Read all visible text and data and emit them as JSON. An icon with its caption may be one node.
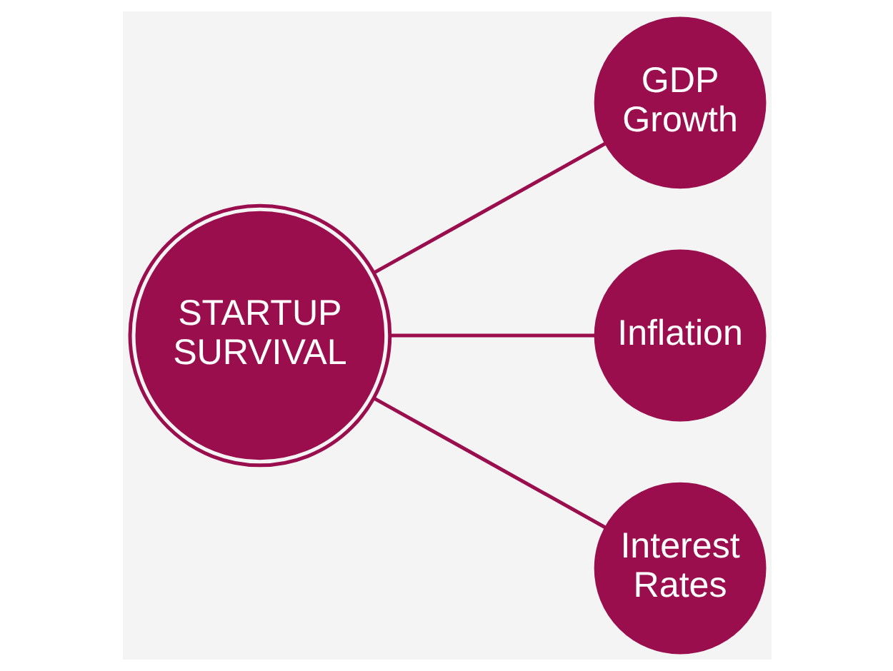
{
  "diagram": {
    "nodes": [
      {
        "text": [
          "STARTUP SURVIVAL"
        ]
      },
      {
        "text": [
          "GDP Growth"
        ]
      },
      {
        "text": [
          "Inflation"
        ]
      },
      {
        "text": [
          "Interest Rates"
        ]
      }
    ],
    "edges": [
      {
        "from": 0,
        "to": 1,
        "arrow": "none"
      },
      {
        "from": 0,
        "to": 2,
        "arrow": "none"
      },
      {
        "from": 0,
        "to": 3,
        "arrow": "none"
      }
    ]
  }
}
